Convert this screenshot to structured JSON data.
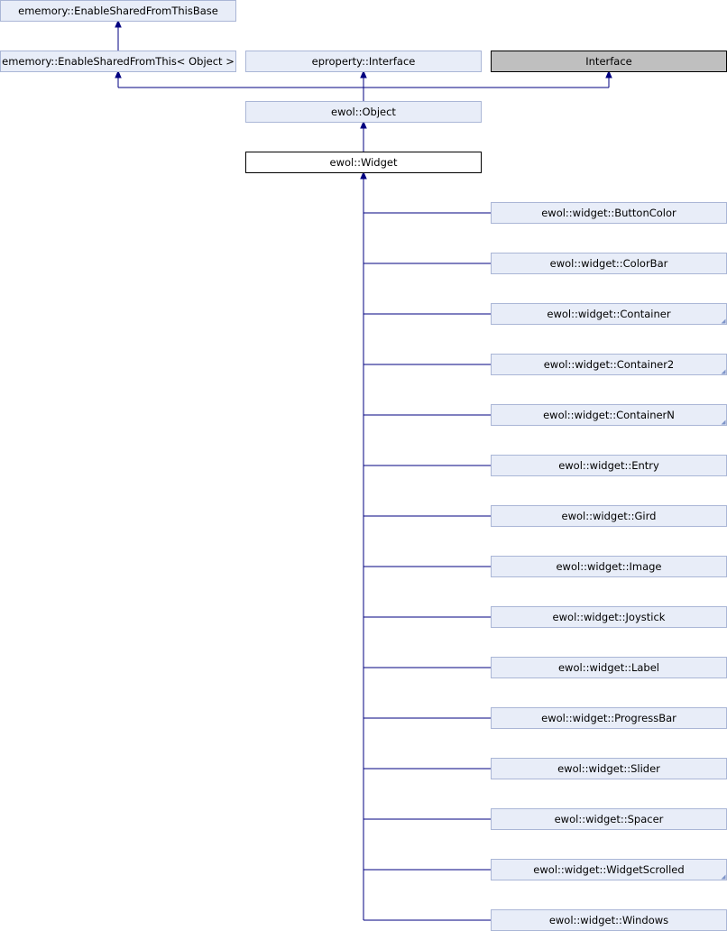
{
  "nodes": {
    "enable_shared_base": "ememory::EnableSharedFromThisBase",
    "enable_shared_object": "ememory::EnableSharedFromThis< Object >",
    "eproperty_interface": "eproperty::Interface",
    "interface": "Interface",
    "ewol_object": "ewol::Object",
    "ewol_widget": "ewol::Widget"
  },
  "subclasses": [
    {
      "label": "ewol::widget::ButtonColor",
      "has_more": false
    },
    {
      "label": "ewol::widget::ColorBar",
      "has_more": false
    },
    {
      "label": "ewol::widget::Container",
      "has_more": true
    },
    {
      "label": "ewol::widget::Container2",
      "has_more": true
    },
    {
      "label": "ewol::widget::ContainerN",
      "has_more": true
    },
    {
      "label": "ewol::widget::Entry",
      "has_more": false
    },
    {
      "label": "ewol::widget::Gird",
      "has_more": false
    },
    {
      "label": "ewol::widget::Image",
      "has_more": false
    },
    {
      "label": "ewol::widget::Joystick",
      "has_more": false
    },
    {
      "label": "ewol::widget::Label",
      "has_more": false
    },
    {
      "label": "ewol::widget::ProgressBar",
      "has_more": false
    },
    {
      "label": "ewol::widget::Slider",
      "has_more": false
    },
    {
      "label": "ewol::widget::Spacer",
      "has_more": false
    },
    {
      "label": "ewol::widget::WidgetScrolled",
      "has_more": true
    },
    {
      "label": "ewol::widget::Windows",
      "has_more": false
    }
  ],
  "colors": {
    "node_fill": "#e8edf8",
    "node_border": "#aab6d6",
    "edge": "#000080",
    "external_fill": "#bfbfbf"
  }
}
